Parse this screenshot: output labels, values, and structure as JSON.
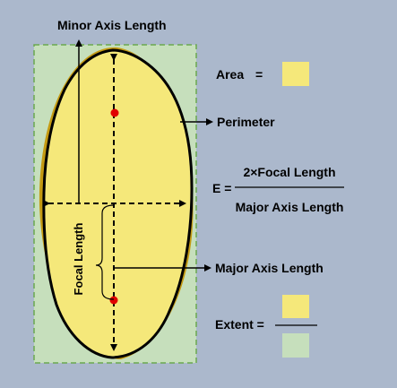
{
  "labels": {
    "minor_axis": "Minor Axis Length",
    "perimeter": "Perimeter",
    "focal_length": "Focal Length",
    "major_axis": "Major Axis Length",
    "area": "Area",
    "area_eq": "=",
    "e_lhs": "E =",
    "e_numerator": "2×Focal Length",
    "e_denominator": "Major Axis Length",
    "extent": "Extent ="
  },
  "colors": {
    "background": "#abb8cc",
    "bounding_box_fill": "#c6dfbc",
    "bounding_box_stroke": "#6aa84f",
    "area_fill": "#f5e87a",
    "object_shadow": "#c49a12",
    "outline": "#000000",
    "focus_point": "#e00000"
  }
}
